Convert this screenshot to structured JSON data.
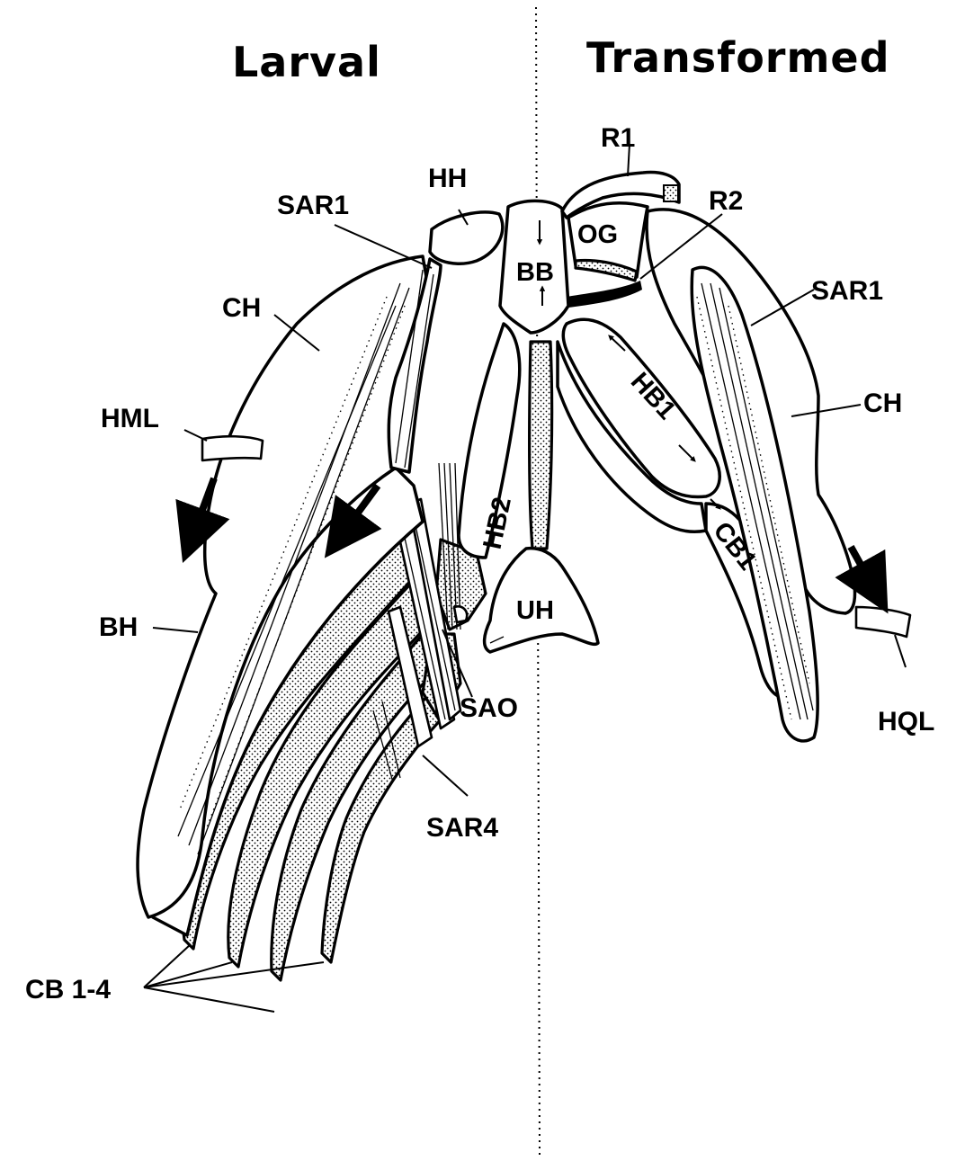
{
  "panels": {
    "left_title": "Larval",
    "right_title": "Transformed"
  },
  "labels": {
    "hh": "HH",
    "sar1_left": "SAR1",
    "ch_left": "CH",
    "hml": "HML",
    "bh": "BH",
    "cb14": "CB 1-4",
    "sao": "SAO",
    "sar4": "SAR4",
    "bb": "BB",
    "hb2": "HB2",
    "uh": "UH",
    "r1": "R1",
    "r2": "R2",
    "og": "OG",
    "sar1_right": "SAR1",
    "ch_right": "CH",
    "hb1": "HB1",
    "cb1": "CB1",
    "hql": "HQL"
  }
}
